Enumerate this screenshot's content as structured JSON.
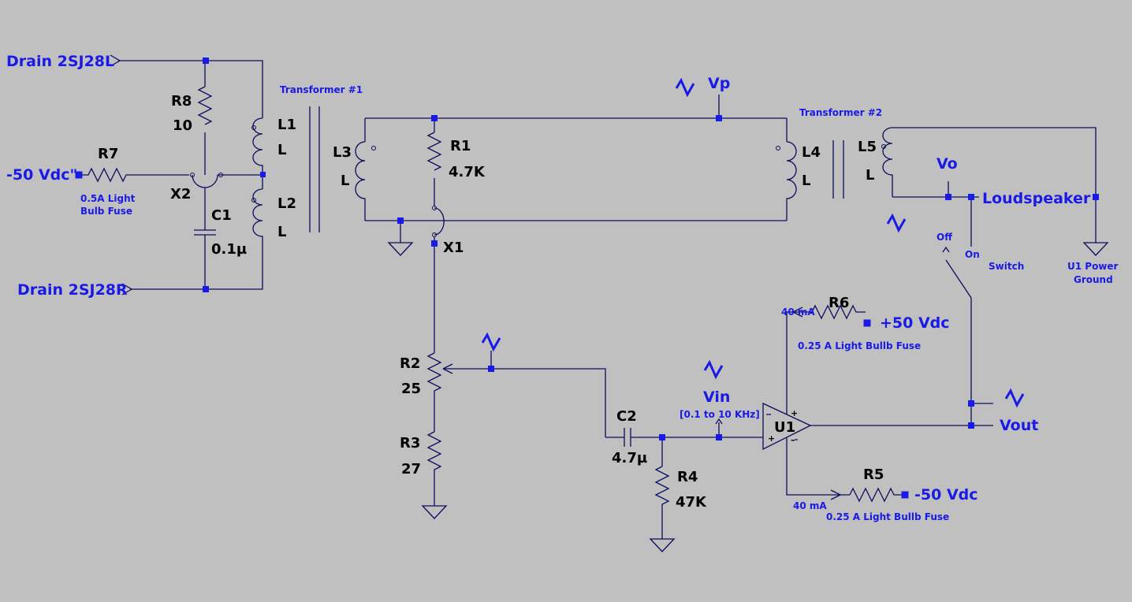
{
  "net_labels": {
    "drain_left": "Drain 2SJ28L",
    "drain_right": "Drain 2SJ28R",
    "neg50_left": "-50 Vdc\"",
    "vp": "Vp",
    "vo": "Vo",
    "loudspeaker": "Loudspeaker",
    "vin": "Vin",
    "vin_range": "[0.1 to 10 KHz]",
    "vout": "Vout",
    "pos50": "+50 Vdc",
    "neg50_right": "-50 Vdc"
  },
  "annotations": {
    "transformer1": "Transformer #1",
    "transformer2": "Transformer #2",
    "fuse_r7_line1": "0.5A Light",
    "fuse_r7_line2": "Bulb Fuse",
    "fuse_r6": "0.25 A Light Bullb Fuse",
    "fuse_r5": "0.25 A Light Bullb Fuse",
    "current_r6": "40 mA",
    "current_r5": "40 mA",
    "switch": "Switch",
    "switch_off": "Off",
    "switch_on": "On",
    "ground_line1": "U1 Power",
    "ground_line2": "Ground"
  },
  "components": {
    "R8": {
      "ref": "R8",
      "value": "10"
    },
    "R7": {
      "ref": "R7"
    },
    "X2": {
      "ref": "X2"
    },
    "C1": {
      "ref": "C1",
      "value": "0.1µ"
    },
    "L1": {
      "ref": "L1",
      "value": "L"
    },
    "L2": {
      "ref": "L2",
      "value": "L"
    },
    "L3": {
      "ref": "L3",
      "value": "L"
    },
    "R1": {
      "ref": "R1",
      "value": "4.7K"
    },
    "X1": {
      "ref": "X1"
    },
    "L4": {
      "ref": "L4",
      "value": "L"
    },
    "L5": {
      "ref": "L5",
      "value": "L"
    },
    "R2": {
      "ref": "R2",
      "value": "25"
    },
    "R3": {
      "ref": "R3",
      "value": "27"
    },
    "C2": {
      "ref": "C2",
      "value": "4.7µ"
    },
    "R4": {
      "ref": "R4",
      "value": "47K"
    },
    "U1": {
      "ref": "U1"
    },
    "R6": {
      "ref": "R6"
    },
    "R5": {
      "ref": "R5"
    }
  },
  "colors": {
    "background": "#c0c0c0",
    "wire": "#0c0c5e",
    "label_blue": "#1a1ae6",
    "text": "#000000"
  }
}
